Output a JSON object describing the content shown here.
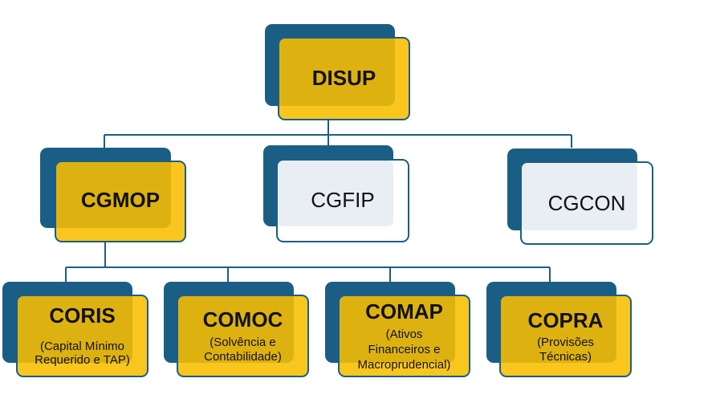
{
  "root": {
    "label": "DISUP"
  },
  "level2": [
    {
      "label": "CGMOP"
    },
    {
      "label": "CGFIP"
    },
    {
      "label": "CGCON"
    }
  ],
  "level3": [
    {
      "label": "CORIS",
      "desc_lines": [
        "(Capital Mínimo",
        "Requerido e TAP)"
      ]
    },
    {
      "label": "COMOC",
      "desc_lines": [
        "(Solvência e",
        "Contabilidade)"
      ]
    },
    {
      "label": "COMAP",
      "desc_lines": [
        "(Ativos",
        "Financeiros e",
        "Macroprudencial)"
      ]
    },
    {
      "label": "COPRA",
      "desc_lines": [
        "(Provisões",
        "Técnicas)"
      ]
    }
  ],
  "colors": {
    "navy": "#1b5e85",
    "gold": "#f8be00",
    "light_fill": "#e8eef3"
  }
}
